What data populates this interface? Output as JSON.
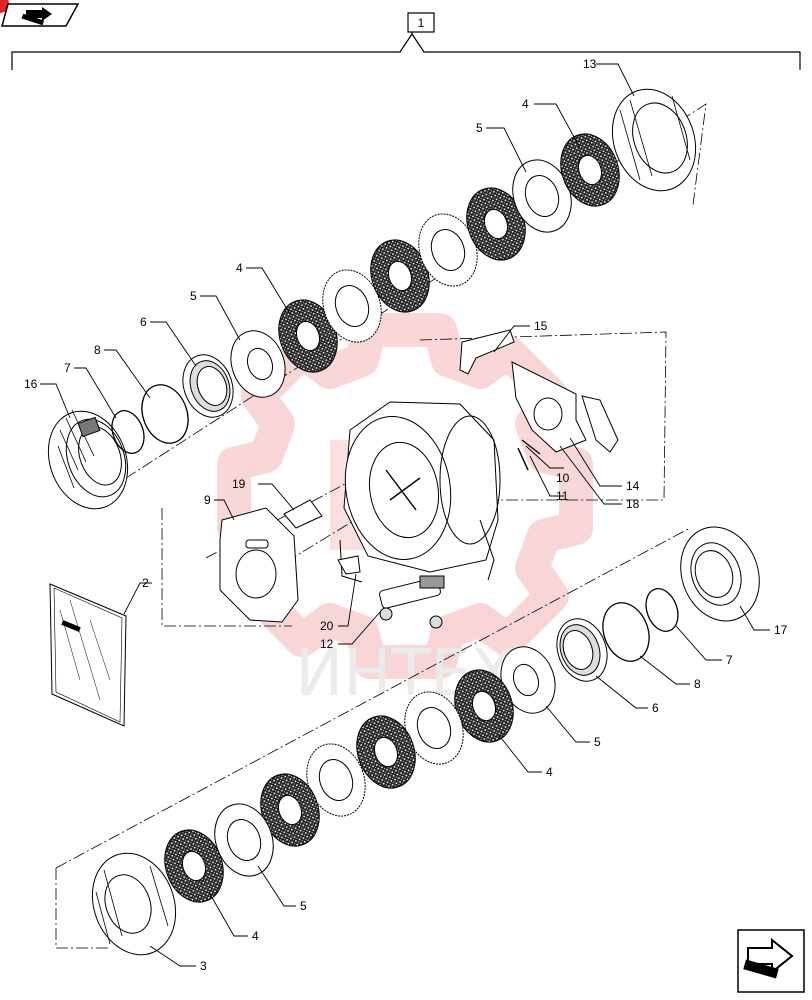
{
  "watermark": {
    "text": "ИНТЕХ",
    "color": "#f4b6b6"
  },
  "colors": {
    "line": "#000000",
    "accent": "#e8202a"
  },
  "top_nav_icon": "previous-page-icon",
  "bottom_nav_icon": "next-page-icon",
  "assembly_label": "1",
  "callouts": {
    "c2": "2",
    "c3": "3",
    "c4a": "4",
    "c4b": "4",
    "c4c": "4",
    "c4d": "4",
    "c5a": "5",
    "c5b": "5",
    "c5c": "5",
    "c5d": "5",
    "c6a": "6",
    "c6b": "6",
    "c7a": "7",
    "c7b": "7",
    "c8a": "8",
    "c8b": "8",
    "c9": "9",
    "c10": "10",
    "c11": "11",
    "c12": "12",
    "c13": "13",
    "c14": "14",
    "c15": "15",
    "c16": "16",
    "c17": "17",
    "c18": "18",
    "c19": "19",
    "c20": "20"
  }
}
